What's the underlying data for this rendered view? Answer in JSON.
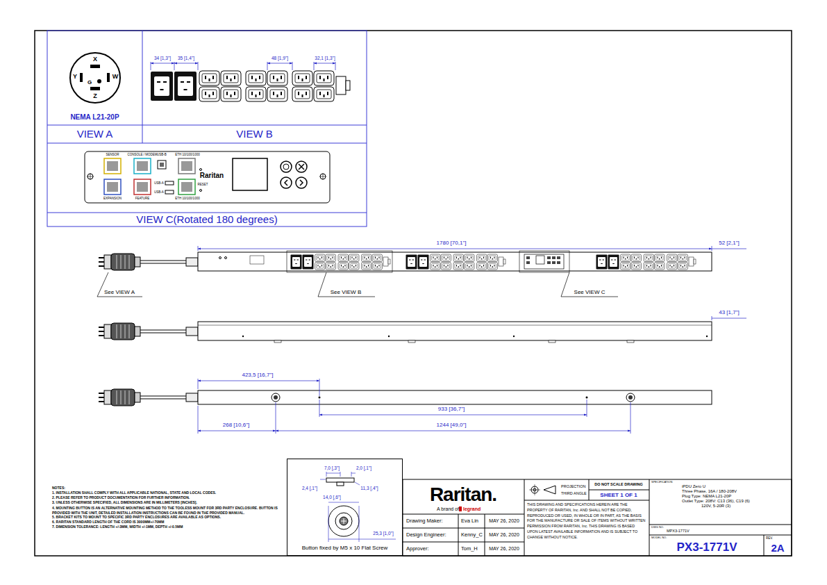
{
  "diagram": {
    "nodes": [
      {
        "text": [
          "NEMA L21-20P"
        ]
      },
      {
        "text": [
          "VIEW A"
        ]
      },
      {
        "text": [
          "VIEW B"
        ]
      },
      {
        "text": [
          "VIEW C(Rotated 180 degrees)"
        ]
      },
      {
        "text": [
          "Button fixed by M5 x 10 Flat Screw"
        ]
      }
    ],
    "labels": [
      "X",
      "Y",
      "W",
      "G",
      "Z",
      "34 [1,3\"]",
      "35 [1,4\"]",
      "48 [1,9\"]",
      "32,1 [1,3\"]",
      "SENSOR",
      "CONSOLE / MODEM",
      "USB-B",
      "ETH 10/100/1000",
      "EXPANSION",
      "FEATURE",
      "USB-A",
      "USB-A",
      "RESET",
      "ETH 10/100/1000",
      "Raritan",
      "1780 [70,1\"]",
      "52 [2,1\"]",
      "See VIEW A",
      "See VIEW B",
      "See VIEW C",
      "43 [1,7\"]",
      "423,5 [16,7\"]",
      "933 [36,7\"]",
      "268 [10,6\"]",
      "1244 [49,0\"]",
      "7,0 [,3\"]",
      "2,0 [,1\"]",
      "2,4 [,1\"]",
      "11,3 [,4\"]",
      "14,0 [,6\"]",
      "25,3 [1,0\"]",
      "NOTES:",
      "1. INSTALLATION SHALL COMPLY WITH ALL APPLICABLE NATIONAL, STATE AND LOCAL CODES.",
      "2. PLEASE REFER TO PRODUCT DOCUMENTATION FOR FURTHER INFORMATION.",
      "3. UNLESS OTHERWISE SPECIFIED, ALL DIMENSIONS ARE IN MILLIMETERS [INCHES].",
      "4. MOUNTING BUTTON IS AN ALTERNATIVE MOUNTING METHOD TO THE TOOLESS MOUNT FOR 3RD PARTY ENCLOSURE. BUTTON IS PROVIDED WITH THE UNIT, DETAILED INSTALLATION INSTRUCTIONS CAN BE FOUND IN THE PROVIDED MANUAL.",
      "5. BRACKET KITS TO MOUNT TO SPECIFIC 3RD PARTY ENCLOSURES ARE AVAILABLE AS OPTIONS.",
      "6. RARITAN STANDARD LENGTH OF THE CORD IS 3000MM+/-70MM",
      "7. DIMENSION TOLERANCE: LENGTH +/-3MM, WIDTH +/-1MM, DEPTH +/-0.5MM",
      "Raritan.",
      "A brand of",
      "legrand",
      "Drawing Maker:",
      "Eva Lin",
      "MAY 26, 2020",
      "Design Engineer:",
      "Kenny_C",
      "MAY 26, 2020",
      "Approver:",
      "Tom_H",
      "MAY 26, 2020",
      "PROJECTION",
      "THIRD ANGLE",
      "DO NOT SCALE DRAWING",
      "SHEET 1 OF 1",
      "THIS DRAWING AND SPECIFICATIONS HEREIN ARE THE PROPERTY OF RARITAN, Inc. AND SHALL NOT BE COPIED, REPRODUCED OR USED, IN WHOLE OR IN PART, AS THE BASIS FOR THE MANUFACTURE OR SALE OF ITEMS WITHOUT WRITTEN PERMISSION FROM RARITAN, Inc. THIS DRAWING IS BASED UPON LATEST AVAILABLE INFORMATION AND IS SUBJECT TO CHANGE WITHOUT NOTICE.",
      "SPECIFICATION",
      "iPDU Zero U",
      "Three Phase, 16A / 180-208V",
      "Plug Type: NEMA L21-20P",
      "Outlet Type: 208V: C13 (36), C19 (6)",
      "120V, 5-20R (3)",
      "DWG NO.",
      "MPX3-1771V",
      "MODEL NO.",
      "PX3-1771V",
      "REV.",
      "2A"
    ]
  }
}
